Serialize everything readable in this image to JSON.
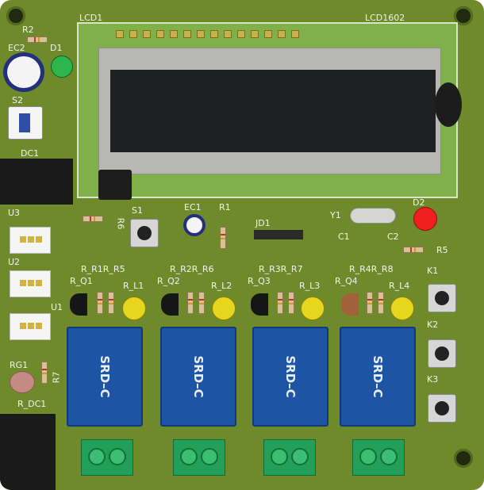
{
  "board": {
    "color": "#6e8a2a",
    "labels": {
      "lcd1": "LCD1",
      "lcd1602": "LCD1602",
      "r2": "R2",
      "ec2": "EC2",
      "d1": "D1",
      "s2": "S2",
      "dc1": "DC1",
      "u3": "U3",
      "u2": "U2",
      "u1": "U1",
      "rg1": "RG1",
      "r_dc1": "R_DC1",
      "s1": "S1",
      "r6": "R6",
      "ec1": "EC1",
      "r1": "R1",
      "jd1": "JD1",
      "y1": "Y1",
      "d2": "D2",
      "c1": "C1",
      "c2": "C2",
      "r5": "R5",
      "k1": "K1",
      "k2": "K2",
      "k3": "K3",
      "r7": "R7",
      "r_r1r_r5": "R_R1R_R5",
      "r_q1": "R_Q1",
      "r_l1": "R_L1",
      "r_r2r_r6": "R_R2R_R6",
      "r_q2": "R_Q2",
      "r_l2": "R_L2",
      "r_r3r_r7": "R_R3R_R7",
      "r_q3": "R_Q3",
      "r_l3": "R_L3",
      "r_r4r_r8": "R_R4R_R8",
      "r_q4": "R_Q4",
      "r_l4": "R_L4",
      "srd1": "SRD–C",
      "srd2": "SRD–C",
      "srd3": "SRD–C",
      "srd4": "SRD–C"
    }
  }
}
